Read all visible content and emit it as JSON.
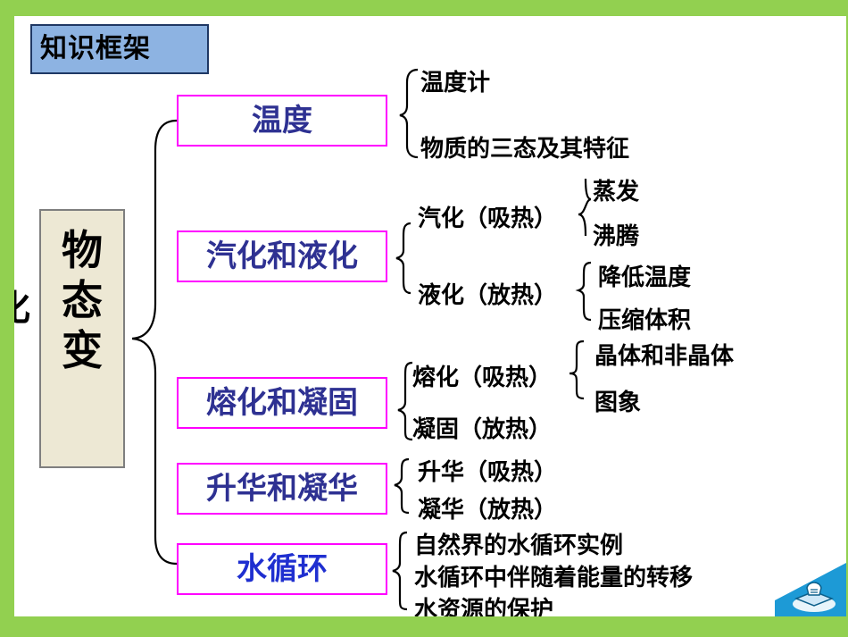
{
  "header": {
    "tag": "知识框架"
  },
  "root": {
    "chars": [
      "物",
      "态",
      "变"
    ],
    "left_fragment": "化"
  },
  "topics": {
    "temperature": "温度",
    "vaporization": "汽化和液化",
    "melting": "熔化和凝固",
    "sublimation": "升华和凝华",
    "water_cycle": "水循环"
  },
  "temperature_items": [
    "温度计",
    "物质的三态及其特征"
  ],
  "vaporization": {
    "evap": "汽化（吸热）",
    "evap_items": [
      "蒸发",
      "沸腾"
    ],
    "liq": "液化（放热）",
    "liq_items": [
      "降低温度",
      "压缩体积"
    ]
  },
  "melting": {
    "melt": "熔化（吸热）",
    "melt_items": [
      "晶体和非晶体",
      "图象"
    ],
    "solid": "凝固（放热）"
  },
  "sublimation": {
    "items": [
      "升华（吸热）",
      "凝华（放热）"
    ]
  },
  "water_cycle": {
    "items": [
      "自然界的水循环实例",
      "水循环中伴随着能量的转移",
      "水资源的保护"
    ]
  },
  "colors": {
    "frame": "#92d050",
    "topic_border": "#ff00ff",
    "topic_text": "#2e3192",
    "tag_bg": "#8db3e2"
  }
}
